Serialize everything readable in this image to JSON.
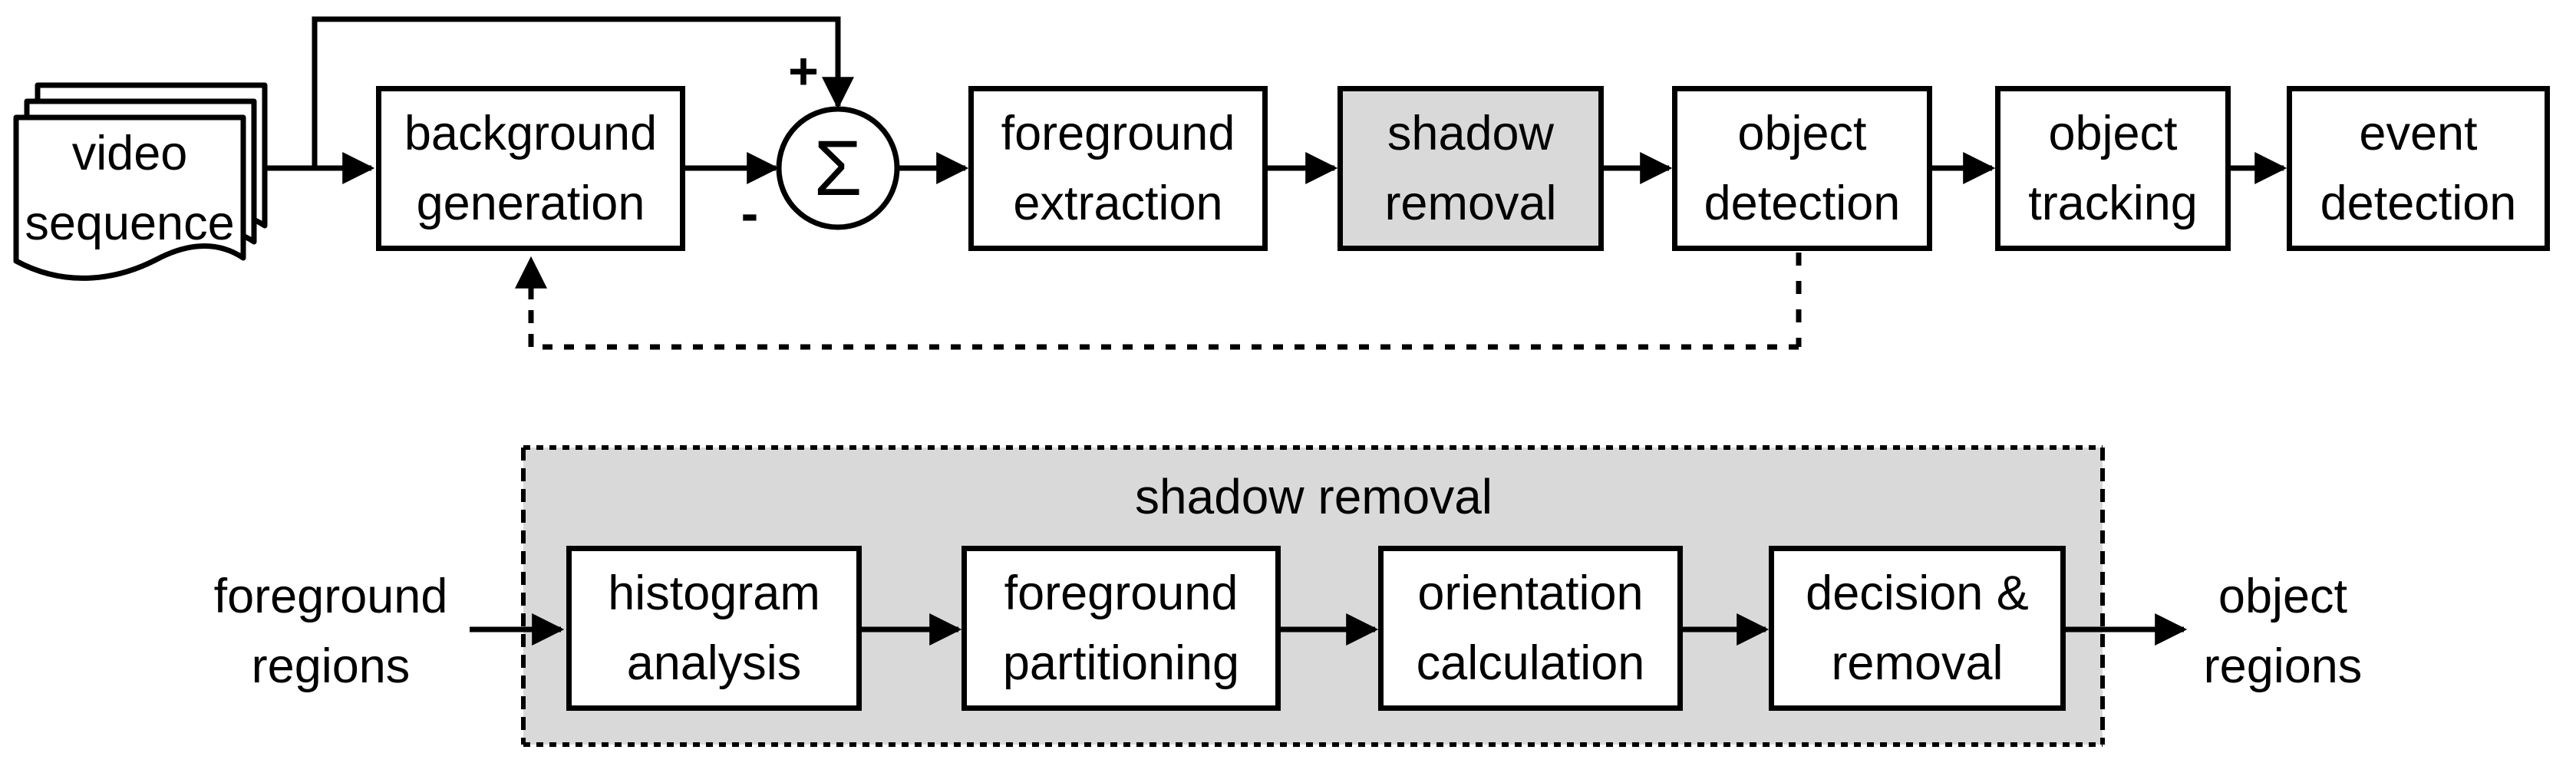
{
  "colors": {
    "stroke": "#000000",
    "box_fill": "#ffffff",
    "highlight_fill": "#d9d9d9",
    "container_fill": "#d9d9d9",
    "text": "#000000"
  },
  "pipeline": {
    "input": {
      "label": "video\nsequence"
    },
    "stages": [
      {
        "id": "background-generation",
        "label": "background\ngeneration"
      },
      {
        "id": "foreground-extraction",
        "label": "foreground\nextraction"
      },
      {
        "id": "shadow-removal",
        "label": "shadow\nremoval",
        "highlighted": true
      },
      {
        "id": "object-detection",
        "label": "object\ndetection"
      },
      {
        "id": "object-tracking",
        "label": "object\ntracking"
      },
      {
        "id": "event-detection",
        "label": "event\ndetection"
      }
    ],
    "summation": {
      "symbol": "Σ",
      "plus": "+",
      "minus": "-"
    }
  },
  "detail": {
    "title": "shadow removal",
    "input_label": "foreground\nregions",
    "output_label": "object\nregions",
    "steps": [
      {
        "id": "histogram-analysis",
        "label": "histogram\nanalysis"
      },
      {
        "id": "foreground-partitioning",
        "label": "foreground\npartitioning"
      },
      {
        "id": "orientation-calculation",
        "label": "orientation\ncalculation"
      },
      {
        "id": "decision-removal",
        "label": "decision &\nremoval"
      }
    ]
  }
}
